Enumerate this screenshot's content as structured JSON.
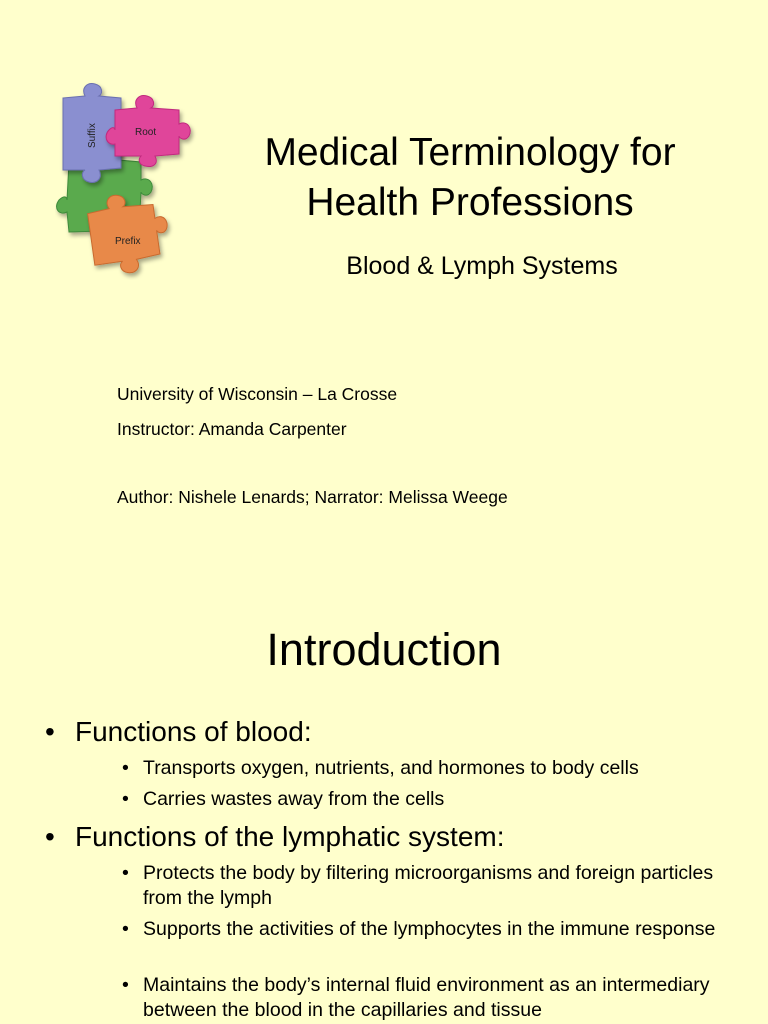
{
  "title_slide": {
    "puzzle_labels": {
      "suffix": "Suffix",
      "root": "Root",
      "prefix": "Prefix"
    },
    "title_line1": "Medical Terminology for",
    "title_line2": "Health Professions",
    "subtitle": "Blood & Lymph Systems",
    "university": "University of Wisconsin – La Crosse",
    "instructor": "Instructor: Amanda Carpenter",
    "author": "Author: Nishele Lenards; Narrator: Melissa Weege",
    "colors": {
      "background": "#ffffcc",
      "suffix_piece": "#8a8fd0",
      "root_piece": "#e0449a",
      "green_piece": "#5aaa4e",
      "prefix_piece": "#e8894a"
    }
  },
  "intro_slide": {
    "title": "Introduction",
    "bullet_char": "•",
    "sections": [
      {
        "heading": "Functions of blood:",
        "items": [
          "Transports oxygen, nutrients, and hormones to body cells",
          "Carries wastes away from the cells"
        ]
      },
      {
        "heading": "Functions of the lymphatic system:",
        "items": [
          "Protects the body by filtering microorganisms and foreign particles from the lymph",
          "Supports the activities of the lymphocytes in the immune response",
          "Maintains the body’s internal fluid environment as an intermediary between the blood in the capillaries and tissue"
        ]
      }
    ]
  }
}
